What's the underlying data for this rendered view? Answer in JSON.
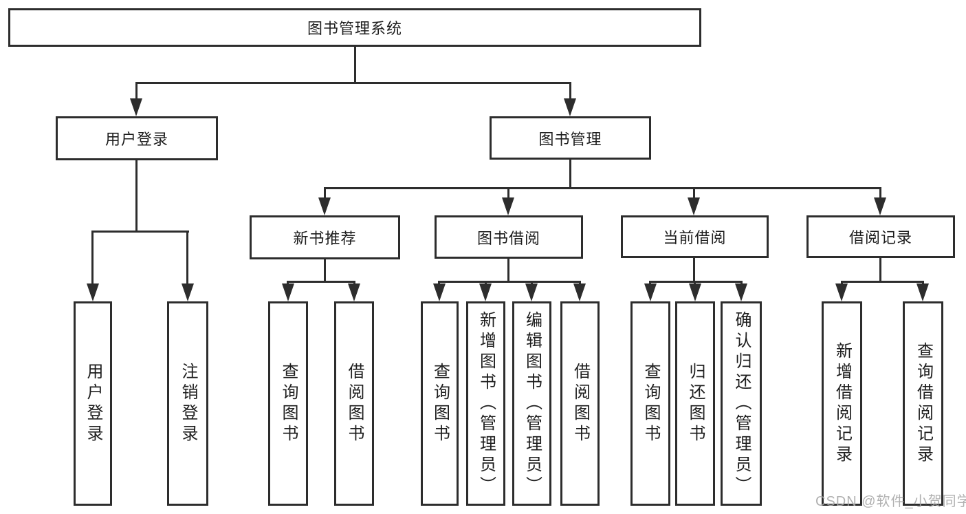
{
  "diagram": {
    "root": {
      "label": "图书管理系统"
    },
    "branches": {
      "user_login": {
        "label": "用户登录"
      },
      "book_mgmt": {
        "label": "图书管理"
      }
    },
    "modules": {
      "new_book": {
        "label": "新书推荐"
      },
      "book_borrow": {
        "label": "图书借阅"
      },
      "current_borrow": {
        "label": "当前借阅"
      },
      "borrow_record": {
        "label": "借阅记录"
      }
    },
    "leaves": {
      "login": "用户登录",
      "logout": "注销登录",
      "nb_query": "查询图书",
      "nb_borrow": "借阅图书",
      "bb_query": "查询图书",
      "bb_add": "新增图书（管理员）",
      "bb_edit": "编辑图书（管理员）",
      "bb_borrow": "借阅图书",
      "cb_query": "查询图书",
      "cb_return": "归还图书",
      "cb_confirm": "确认归还（管理员）",
      "br_add": "新增借阅记录",
      "br_query": "查询借阅记录"
    }
  },
  "watermark": {
    "text": "CSDN @软件_小贺同学"
  },
  "colors": {
    "line": "#2d2d2d",
    "text": "#1e1e1e",
    "background": "#ffffff",
    "watermark": "#a8a8a8"
  }
}
